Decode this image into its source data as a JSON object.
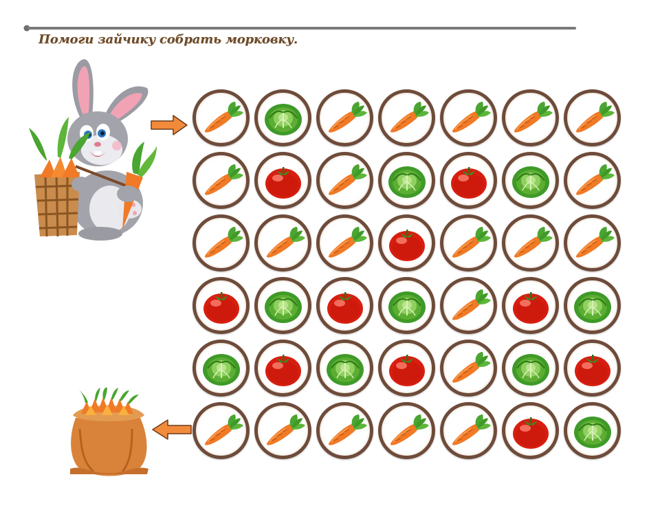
{
  "title": "Помоги зайчику собрать морковку.",
  "colors": {
    "title": "#6b4a2b",
    "cell_border": "#6e4b3a",
    "arrow": "#f28a3c",
    "carrot": "#f07a26",
    "tomato": "#d81e10",
    "cabbage": "#5cae32",
    "rule": "#7a7a7a"
  },
  "icons": {
    "carrot": "carrot-icon",
    "tomato": "tomato-icon",
    "cabbage": "cabbage-icon",
    "bunny": "bunny-with-basket-icon",
    "sack": "carrot-sack-icon",
    "arrow_in": "arrow-right-icon",
    "arrow_out": "arrow-left-icon"
  },
  "grid": {
    "rows": 6,
    "cols": 7,
    "cells": [
      [
        "carrot",
        "cabbage",
        "carrot",
        "carrot",
        "carrot",
        "carrot",
        "carrot"
      ],
      [
        "carrot",
        "tomato",
        "carrot",
        "cabbage",
        "tomato",
        "cabbage",
        "carrot"
      ],
      [
        "carrot",
        "carrot",
        "carrot",
        "tomato",
        "carrot",
        "carrot",
        "carrot"
      ],
      [
        "tomato",
        "cabbage",
        "tomato",
        "cabbage",
        "carrot",
        "tomato",
        "cabbage"
      ],
      [
        "cabbage",
        "tomato",
        "cabbage",
        "tomato",
        "carrot",
        "cabbage",
        "tomato"
      ],
      [
        "carrot",
        "carrot",
        "carrot",
        "carrot",
        "carrot",
        "tomato",
        "cabbage"
      ]
    ]
  }
}
